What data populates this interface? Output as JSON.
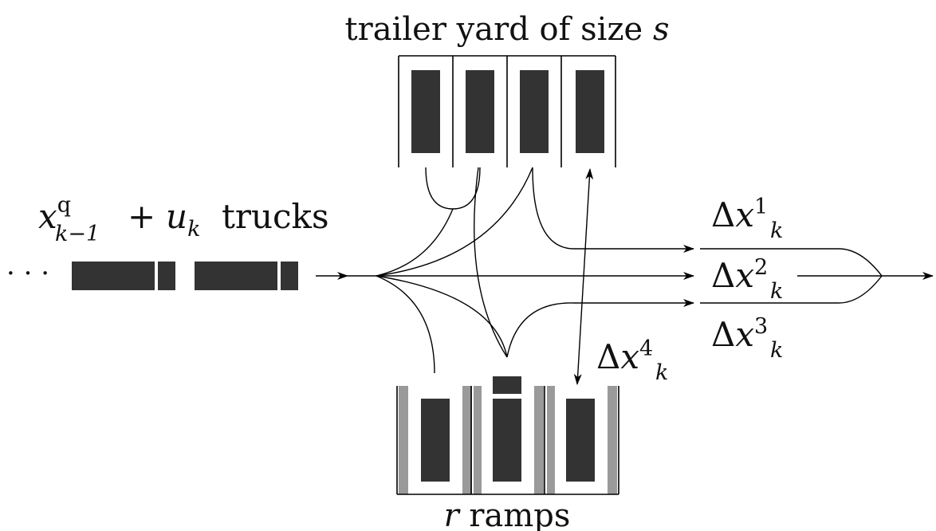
{
  "yard": {
    "title": "trailer yard of size",
    "title_var": "s"
  },
  "ramps": {
    "var": "r",
    "label": "ramps"
  },
  "incoming": {
    "dots": "· · ·",
    "x": "x",
    "x_sup": "q",
    "x_sub": "k−1",
    "plus": "+",
    "u": "u",
    "u_sub": "k",
    "suffix": "trucks"
  },
  "flows": [
    {
      "delta": "Δ",
      "x": "x",
      "sub": "k",
      "sup": "1"
    },
    {
      "delta": "Δ",
      "x": "x",
      "sub": "k",
      "sup": "2"
    },
    {
      "delta": "Δ",
      "x": "x",
      "sub": "k",
      "sup": "3"
    },
    {
      "delta": "Δ",
      "x": "x",
      "sub": "k",
      "sup": "4"
    }
  ],
  "colors": {
    "truck": "#333333",
    "ramp_wall": "#9a9a9a",
    "line": "#000000"
  }
}
